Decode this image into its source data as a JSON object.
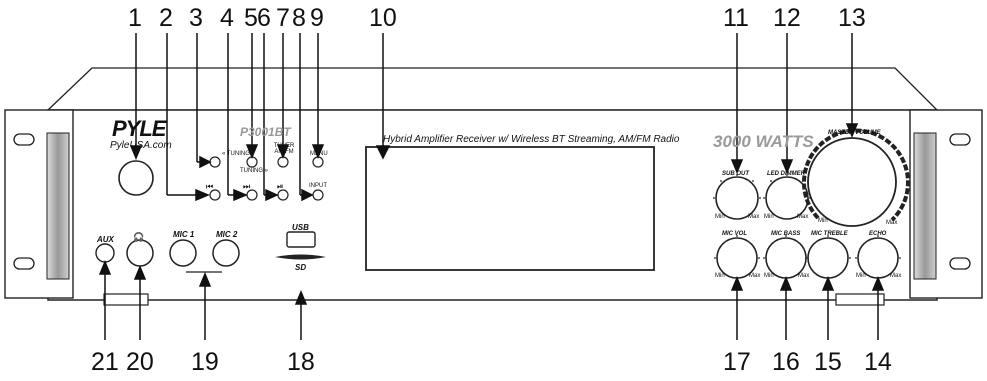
{
  "callouts": {
    "n1": "1",
    "n2": "2",
    "n3": "3",
    "n4": "4",
    "n5": "5",
    "n6": "6",
    "n7": "7",
    "n8": "8",
    "n9": "9",
    "n10": "10",
    "n11": "11",
    "n12": "12",
    "n13": "13",
    "n14": "14",
    "n15": "15",
    "n16": "16",
    "n17": "17",
    "n18": "18",
    "n19": "19",
    "n20": "20",
    "n21": "21"
  },
  "panel": {
    "brand": "PYLE",
    "website": "PyleUSA.com",
    "model": "P3001BT",
    "power": "3000 WATTS",
    "display_text": "Hybrid Amplifier Receiver w/ Wireless BT Streaming, AM/FM Radio"
  },
  "buttons": {
    "tuning_down": "« TUNING",
    "tuning_up": "TUNING »",
    "tuner_amfm": "TUNER AM/FM",
    "menu": "MENU",
    "input": "INPUT"
  },
  "knobs": {
    "sub_out": "SUB OUT",
    "led_dimmer": "LED DIMMER",
    "master_volume": "MASTER VOLUME",
    "mic_vol": "MIC VOL",
    "mic_bass": "MIC BASS",
    "mic_treble": "MIC TREBLE",
    "echo": "ECHO",
    "min": "Min",
    "max": "Max"
  },
  "jacks": {
    "aux": "AUX",
    "mic1": "MIC 1",
    "mic2": "MIC 2",
    "usb": "USB",
    "sd": "SD"
  }
}
